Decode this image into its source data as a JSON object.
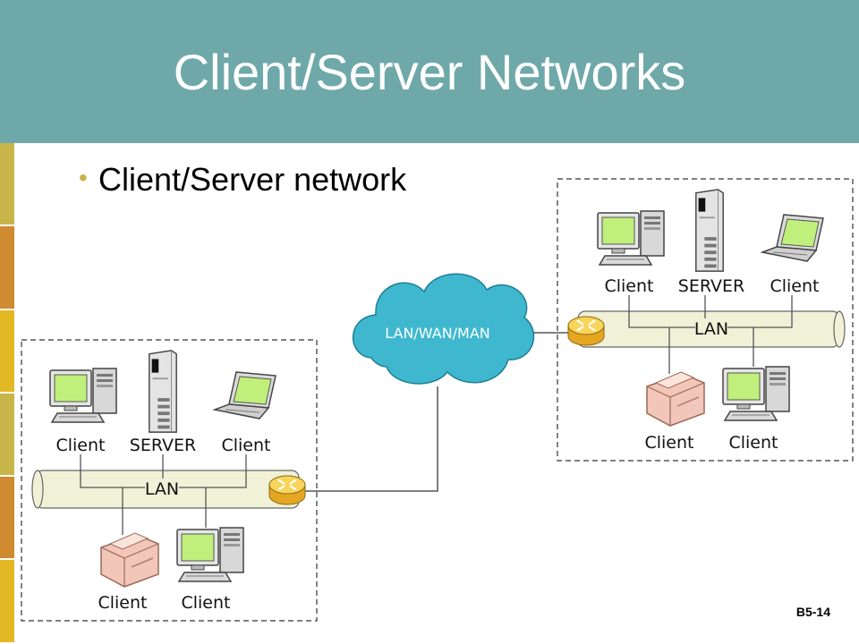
{
  "slide": {
    "title": "Client/Server Networks",
    "bullet": "Client/Server network",
    "slide_number": "B5-14"
  },
  "colors": {
    "header": "#6fa8a9",
    "sidebar": [
      "#c8b549",
      "#d08a30",
      "#e2b825",
      "#c8b549",
      "#d08a30",
      "#e2b825"
    ],
    "cloud": "#3fb8cf",
    "lan_pipe": "#f0f1d6",
    "router": "#f3c53d",
    "monitor_screen": "#c0ef7c"
  },
  "diagram": {
    "cloud_label": "LAN/WAN/MAN",
    "right_network": {
      "lan_label": "LAN",
      "labels": [
        "Client",
        "SERVER",
        "Client",
        "Client",
        "Client"
      ]
    },
    "left_network": {
      "lan_label": "LAN",
      "labels": [
        "Client",
        "SERVER",
        "Client",
        "Client",
        "Client"
      ]
    }
  }
}
